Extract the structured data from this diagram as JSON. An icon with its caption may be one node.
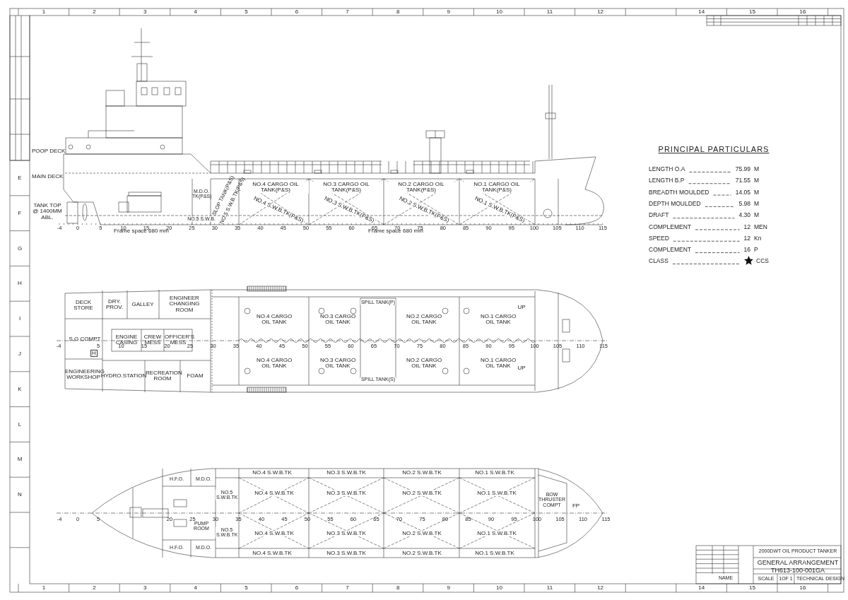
{
  "diagram": {
    "labels": [
      "POOP DECK",
      "MAIN DECK",
      "TANK TOP @ 1400MM ABL.",
      "M.D.O. TK(P&S)",
      "NO.5 S.W.B.",
      "SLOP TANK(P&S)",
      "NO.5 S.W.B.TK(P&S)",
      "NO.4 CARGO OIL TANK(P&S)",
      "NO.4 S.W.B.TK(P&S)",
      "NO.3 CARGO OIL TANK(P&S)",
      "NO.3 S.W.B.TK(P&S)",
      "NO.2 CARGO OIL TANK(P&S)",
      "NO.2 S.W.B.TK(P&S)",
      "NO.1 CARGO OIL TANK(P&S)",
      "NO.1 S.W.B.TK(P&S)",
      "Frame space 680 mm",
      "Frame space 680 mm",
      "-4",
      "0",
      "5",
      "10",
      "15",
      "20",
      "25",
      "30",
      "35",
      "40",
      "45",
      "50",
      "55",
      "60",
      "65",
      "70",
      "75",
      "80",
      "85",
      "90",
      "95",
      "100",
      "105",
      "110",
      "115",
      "DECK STORE",
      "DRY. PROV.",
      "GALLEY",
      "ENGINEER CHANGING ROOM",
      "S.G COMPT",
      "ENGINE CASING",
      "CREW MESS",
      "OFFICER'S MESS",
      "ENGINEERING WORKSHOP",
      "HYDRO.STATION",
      "RECREATION ROOM",
      "FOAM",
      "NO.4 CARGO OIL TANK",
      "NO.3 CARGO OIL TANK",
      "SPILL TANK(P)",
      "NO.2 CARGO OIL TANK",
      "NO.1 CARGO OIL TANK",
      "UP",
      "NO.4 CARGO OIL TANK",
      "NO.3 CARGO OIL TANK",
      "NO.2 CARGO OIL TANK",
      "NO.1 CARGO OIL TANK",
      "UP",
      "SPILL TANK(S)",
      "H",
      "-4",
      "5",
      "10",
      "15",
      "20",
      "25",
      "30",
      "35",
      "40",
      "45",
      "50",
      "55",
      "60",
      "65",
      "70",
      "75",
      "80",
      "85",
      "90",
      "95",
      "100",
      "105",
      "110",
      "115",
      "H.F.O.",
      "M.D.O.",
      "PUMP ROOM",
      "H.F.O.",
      "M.D.O.",
      "NO.4 S.W.B.TK",
      "NO.3 S.W.B.TK",
      "NO.2 S.W.B.TK",
      "NO.1 S.W.B.TK",
      "NO.5 S.W.B.TK",
      "NO.4 S.W.B.TK",
      "NO.3 S.W.B.TK",
      "NO.2 S.W.B.TK",
      "NO.1 S.W.B.TK",
      "BOW THRUSTER COMPT",
      "FP",
      "NO.5 S.W.B.TK",
      "NO.4 S.W.B.TK",
      "NO.3 S.W.B.TK",
      "NO.2 S.W.B.TK",
      "NO.1 S.W.B.TK",
      "NO.4 S.W.B.TK",
      "NO.3 S.W.B.TK",
      "NO.2 S.W.B.TK",
      "NO.1 S.W.B.TK",
      "-4",
      "0",
      "5",
      "20",
      "25",
      "30",
      "35",
      "40",
      "45",
      "50",
      "55",
      "60",
      "65",
      "70",
      "75",
      "80",
      "85",
      "90",
      "95",
      "100",
      "105",
      "110",
      "115",
      "PRINCIPAL PARTICULARS",
      "LENGTH O.A",
      "75.99",
      "M",
      "LENGTH B.P",
      "71.55",
      "M",
      "BREADTH MOULDED",
      "14.05",
      "M",
      "DEPTH MOULDED",
      "5.98",
      "M",
      "DRAFT",
      "4.30",
      "M",
      "COMPLEMENT",
      "12",
      "MEN",
      "SPEED",
      "12",
      "Kn",
      "COMPLEMENT",
      "16",
      "P",
      "CLASS",
      "CCS",
      "2000DWT OIL PRODUCT TANKER",
      "GENERAL ARRANGEMENT",
      "TH613-100-001GA",
      "NAME",
      "SCALE",
      "1OF 1",
      "TECHNICAL DESIGN",
      "1",
      "2",
      "3",
      "4",
      "5",
      "6",
      "7",
      "8",
      "9",
      "10",
      "11",
      "12",
      "14",
      "15",
      "16",
      "1",
      "2",
      "3",
      "4",
      "5",
      "6",
      "7",
      "8",
      "9",
      "10",
      "11",
      "12",
      "14",
      "15",
      "16",
      "E",
      "F",
      "G",
      "H",
      "I",
      "J",
      "K",
      "L",
      "M",
      "N"
    ]
  }
}
